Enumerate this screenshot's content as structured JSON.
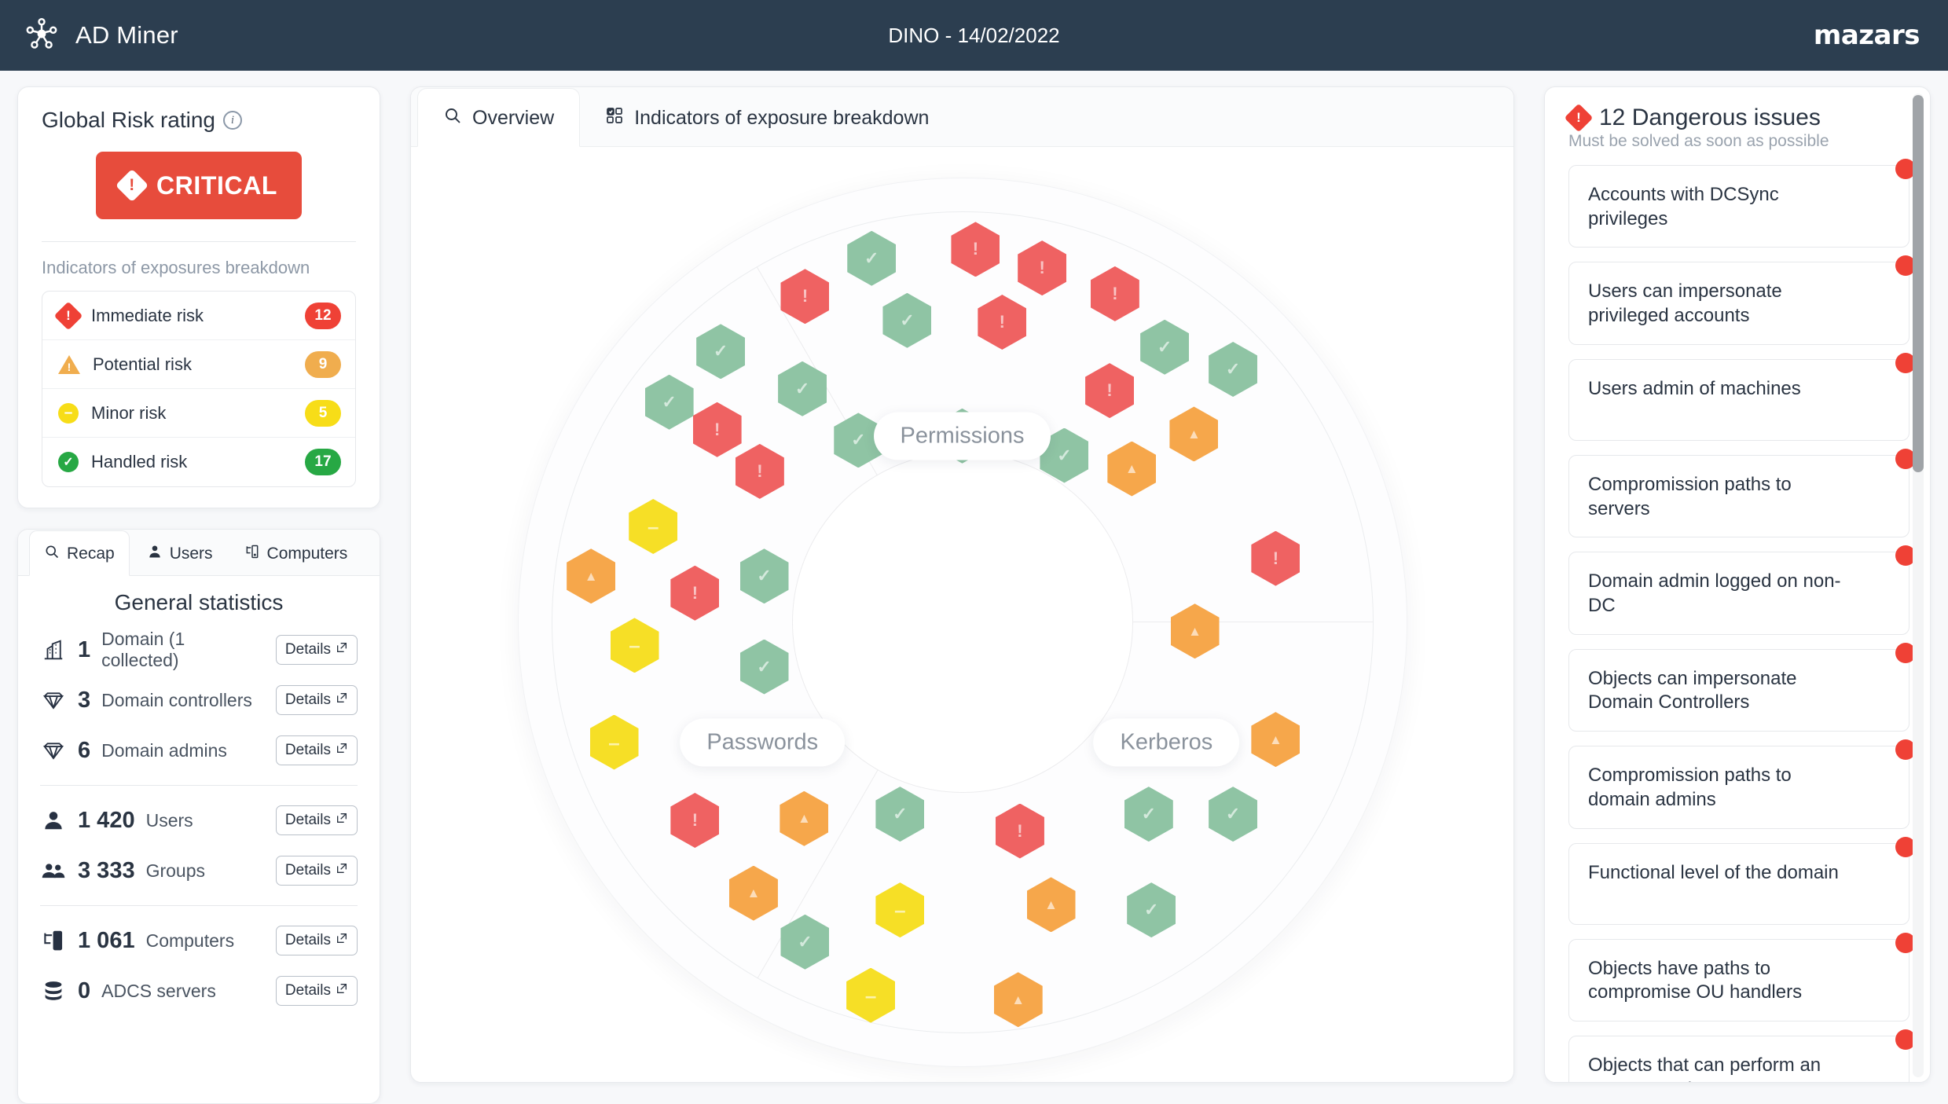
{
  "topbar": {
    "brand": "AD Miner",
    "logo_icon": "network-nodes-icon",
    "title": "DINO - 14/02/2022",
    "company": "mazars"
  },
  "global_risk": {
    "heading": "Global Risk rating",
    "info_icon": "info-icon",
    "rating_label": "CRITICAL",
    "rating_color": "#e74c3c",
    "subheading": "Indicators of exposures breakdown",
    "rows": [
      {
        "icon": "diamond-exclamation-icon",
        "label": "Immediate risk",
        "count": "12",
        "color": "#ef4136"
      },
      {
        "icon": "triangle-warning-icon",
        "label": "Potential risk",
        "count": "9",
        "color": "#f0ad4e"
      },
      {
        "icon": "minus-circle-icon",
        "label": "Minor risk",
        "count": "5",
        "color": "#f7dd18"
      },
      {
        "icon": "check-circle-icon",
        "label": "Handled risk",
        "count": "17",
        "color": "#27a844"
      }
    ]
  },
  "stats": {
    "tabs": [
      {
        "icon": "search-icon",
        "label": "Recap",
        "active": true
      },
      {
        "icon": "user-icon",
        "label": "Users",
        "active": false
      },
      {
        "icon": "computer-icon",
        "label": "Computers",
        "active": false
      }
    ],
    "heading": "General statistics",
    "details_label": "Details",
    "group1": [
      {
        "icon": "building-icon",
        "number": "1",
        "label": "Domain (1 collected)"
      },
      {
        "icon": "diamond-icon",
        "number": "3",
        "label": "Domain controllers"
      },
      {
        "icon": "diamond-icon",
        "number": "6",
        "label": "Domain admins"
      }
    ],
    "group2": [
      {
        "icon": "user-icon",
        "number": "1 420",
        "label": "Users"
      },
      {
        "icon": "users-icon",
        "number": "3 333",
        "label": "Groups"
      }
    ],
    "group3": [
      {
        "icon": "computer-icon",
        "number": "1 061",
        "label": "Computers"
      },
      {
        "icon": "database-icon",
        "number": "0",
        "label": "ADCS servers"
      }
    ]
  },
  "main": {
    "tabs": [
      {
        "icon": "search-icon",
        "label": "Overview",
        "active": true
      },
      {
        "icon": "grid-checkbox-icon",
        "label": "Indicators of exposure breakdown",
        "active": false
      }
    ],
    "chart_data": {
      "type": "radial-hex-cluster",
      "title": "",
      "sections": [
        {
          "name": "Permissions",
          "label_x": 50,
          "label_y": 29
        },
        {
          "name": "Passwords",
          "label_x": 27.5,
          "label_y": 63.5
        },
        {
          "name": "Kerberos",
          "label_x": 73,
          "label_y": 63.5
        }
      ],
      "legend": {
        "g": "handled risk (check)",
        "r": "immediate risk (exclamation)",
        "o": "potential risk (warning triangle)",
        "y": "minor risk (minus)"
      },
      "nodes": [
        {
          "s": "g",
          "x": 39.8,
          "y": 9.0,
          "i": "check"
        },
        {
          "s": "r",
          "x": 51.5,
          "y": 8.0,
          "i": "excl"
        },
        {
          "s": "r",
          "x": 59.0,
          "y": 10.1,
          "i": "excl"
        },
        {
          "s": "r",
          "x": 67.2,
          "y": 13.0,
          "i": "excl"
        },
        {
          "s": "r",
          "x": 32.3,
          "y": 13.3,
          "i": "excl"
        },
        {
          "s": "g",
          "x": 43.8,
          "y": 16.0,
          "i": "check"
        },
        {
          "s": "r",
          "x": 54.5,
          "y": 16.2,
          "i": "excl"
        },
        {
          "s": "g",
          "x": 22.8,
          "y": 19.5,
          "i": "check"
        },
        {
          "s": "g",
          "x": 72.8,
          "y": 19.0,
          "i": "check"
        },
        {
          "s": "g",
          "x": 80.5,
          "y": 21.5,
          "i": "check"
        },
        {
          "s": "g",
          "x": 32.0,
          "y": 23.7,
          "i": "check"
        },
        {
          "s": "r",
          "x": 66.6,
          "y": 23.9,
          "i": "excl"
        },
        {
          "s": "g",
          "x": 17.0,
          "y": 25.2,
          "i": "check"
        },
        {
          "s": "r",
          "x": 22.4,
          "y": 28.3,
          "i": "excl"
        },
        {
          "s": "g",
          "x": 38.3,
          "y": 29.5,
          "i": "check"
        },
        {
          "s": "g",
          "x": 50.0,
          "y": 29.0,
          "i": "check"
        },
        {
          "s": "g",
          "x": 61.5,
          "y": 31.2,
          "i": "check"
        },
        {
          "s": "o",
          "x": 76.1,
          "y": 28.8,
          "i": "warn"
        },
        {
          "s": "o",
          "x": 69.1,
          "y": 32.7,
          "i": "warn"
        },
        {
          "s": "r",
          "x": 27.2,
          "y": 33.0,
          "i": "excl"
        },
        {
          "s": "y",
          "x": 15.2,
          "y": 39.2,
          "i": "minus"
        },
        {
          "s": "o",
          "x": 8.2,
          "y": 44.8,
          "i": "warn"
        },
        {
          "s": "r",
          "x": 19.9,
          "y": 46.7,
          "i": "excl"
        },
        {
          "s": "g",
          "x": 27.7,
          "y": 44.8,
          "i": "check"
        },
        {
          "s": "r",
          "x": 85.3,
          "y": 42.8,
          "i": "excl"
        },
        {
          "s": "y",
          "x": 13.1,
          "y": 52.6,
          "i": "minus"
        },
        {
          "s": "o",
          "x": 76.2,
          "y": 51.0,
          "i": "warn"
        },
        {
          "s": "g",
          "x": 27.7,
          "y": 55.0,
          "i": "check"
        },
        {
          "s": "y",
          "x": 10.8,
          "y": 63.5,
          "i": "minus"
        },
        {
          "s": "o",
          "x": 85.3,
          "y": 63.2,
          "i": "warn"
        },
        {
          "s": "r",
          "x": 19.9,
          "y": 72.3,
          "i": "excl"
        },
        {
          "s": "o",
          "x": 32.2,
          "y": 72.1,
          "i": "warn"
        },
        {
          "s": "g",
          "x": 43.0,
          "y": 71.6,
          "i": "check"
        },
        {
          "s": "r",
          "x": 56.5,
          "y": 73.5,
          "i": "excl"
        },
        {
          "s": "g",
          "x": 71.0,
          "y": 71.6,
          "i": "check"
        },
        {
          "s": "g",
          "x": 80.5,
          "y": 71.6,
          "i": "check"
        },
        {
          "s": "o",
          "x": 26.5,
          "y": 80.5,
          "i": "warn"
        },
        {
          "s": "y",
          "x": 43.0,
          "y": 82.4,
          "i": "minus"
        },
        {
          "s": "o",
          "x": 60.0,
          "y": 81.8,
          "i": "warn"
        },
        {
          "s": "g",
          "x": 71.3,
          "y": 82.4,
          "i": "check"
        },
        {
          "s": "g",
          "x": 32.3,
          "y": 86.0,
          "i": "check"
        },
        {
          "s": "y",
          "x": 39.7,
          "y": 92.0,
          "i": "minus"
        },
        {
          "s": "o",
          "x": 56.3,
          "y": 92.5,
          "i": "warn"
        }
      ]
    }
  },
  "issues": {
    "icon": "diamond-exclamation-icon",
    "title": "12 Dangerous issues",
    "subtitle": "Must be solved as soon as possible",
    "dot_color": "#ef4136",
    "items": [
      "Accounts with DCSync privileges",
      "Users can impersonate privileged accounts",
      "Users admin of machines",
      "Compromission paths to servers",
      "Domain admin logged on non-DC",
      "Objects can impersonate Domain Controllers",
      "Compromission paths to domain admins",
      "Functional level of the domain",
      "Objects have paths to compromise OU handlers",
      "Objects that can perform an RBCD attack on computers"
    ]
  }
}
